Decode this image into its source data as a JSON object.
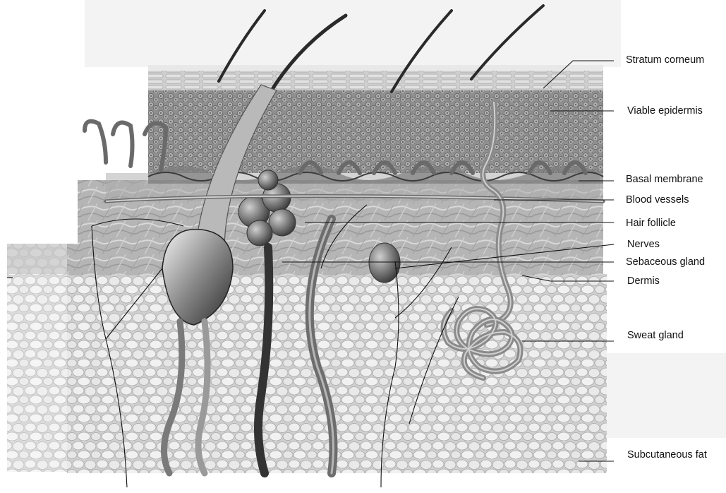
{
  "figure": {
    "labels": {
      "stratum_corneum": "Stratum corneum",
      "viable_epidermis": "Viable epidermis",
      "basal_membrane": "Basal membrane",
      "blood_vessels": "Blood vessels",
      "hair_follicle": "Hair follicle",
      "nerves": "Nerves",
      "sebaceous_gland": "Sebaceous gland",
      "dermis": "Dermis",
      "sweat_gland": "Sweat gland",
      "subcutaneous_fat": "Subcutaneous fat"
    },
    "colors": {
      "stratum_corneum": "#c9c9c9",
      "epidermis": "#9a9a9a",
      "dermis": "#b8b8b8",
      "fat": "#d8d8d8",
      "vessel": "#6f6f6f",
      "line": "#111111"
    }
  }
}
